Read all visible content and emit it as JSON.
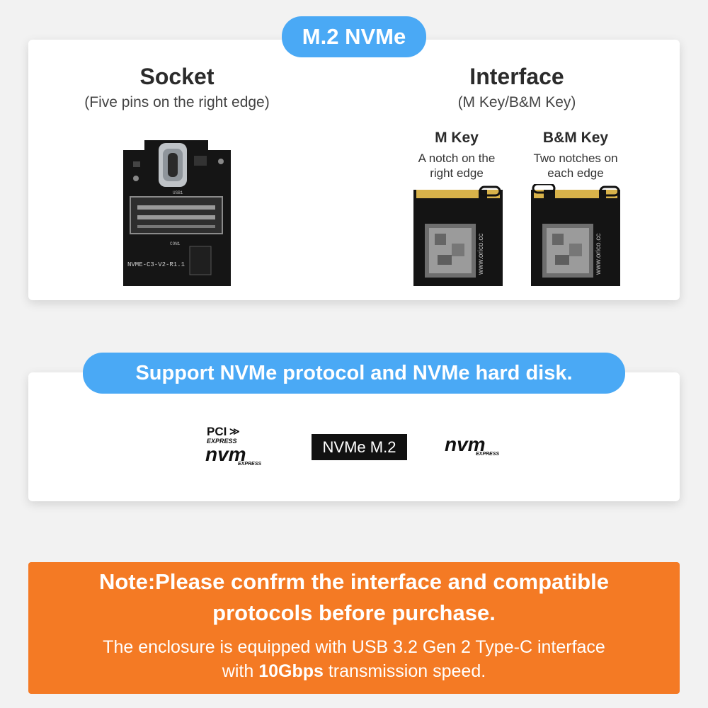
{
  "banner": {
    "title": "M.2 NVMe"
  },
  "socket": {
    "title": "Socket",
    "subtitle": "(Five pins on the right edge)",
    "board_label": "NVME-C3-V2-R1.1",
    "connector_label": "CON1",
    "usb_label": "USB1"
  },
  "interface": {
    "title": "Interface",
    "subtitle": "(M Key/B&M Key)",
    "m_key": {
      "title": "M Key",
      "desc_line1": "A notch on the",
      "desc_line2": "right edge",
      "ssd_text": "www.orico.cc"
    },
    "bm_key": {
      "title": "B&M Key",
      "desc_line1": "Two notches on",
      "desc_line2": "each edge",
      "ssd_text": "www.orico.cc"
    }
  },
  "support": {
    "title": "Support NVMe protocol and NVMe hard disk.",
    "logos": {
      "pci_top": "PCI",
      "pci_express": "EXPRESS",
      "nvm": "nvm",
      "nvm_express": "EXPRESS",
      "nvme_m2": "NVMe M.2",
      "nvm2": "nvm",
      "nvm2_express": "EXPRESS"
    }
  },
  "note": {
    "line1": "Note:Please confrm the interface and compatible",
    "line2": "protocols before purchase.",
    "line3": "The enclosure is equipped with USB 3.2 Gen 2 Type-C interface",
    "line4_pre": "with ",
    "line4_bold": "10Gbps",
    "line4_post": " transmission speed."
  },
  "colors": {
    "blue_pill": "#4aa9f5",
    "note_orange": "#f47a24",
    "gold_contacts": "#d8b24a"
  }
}
